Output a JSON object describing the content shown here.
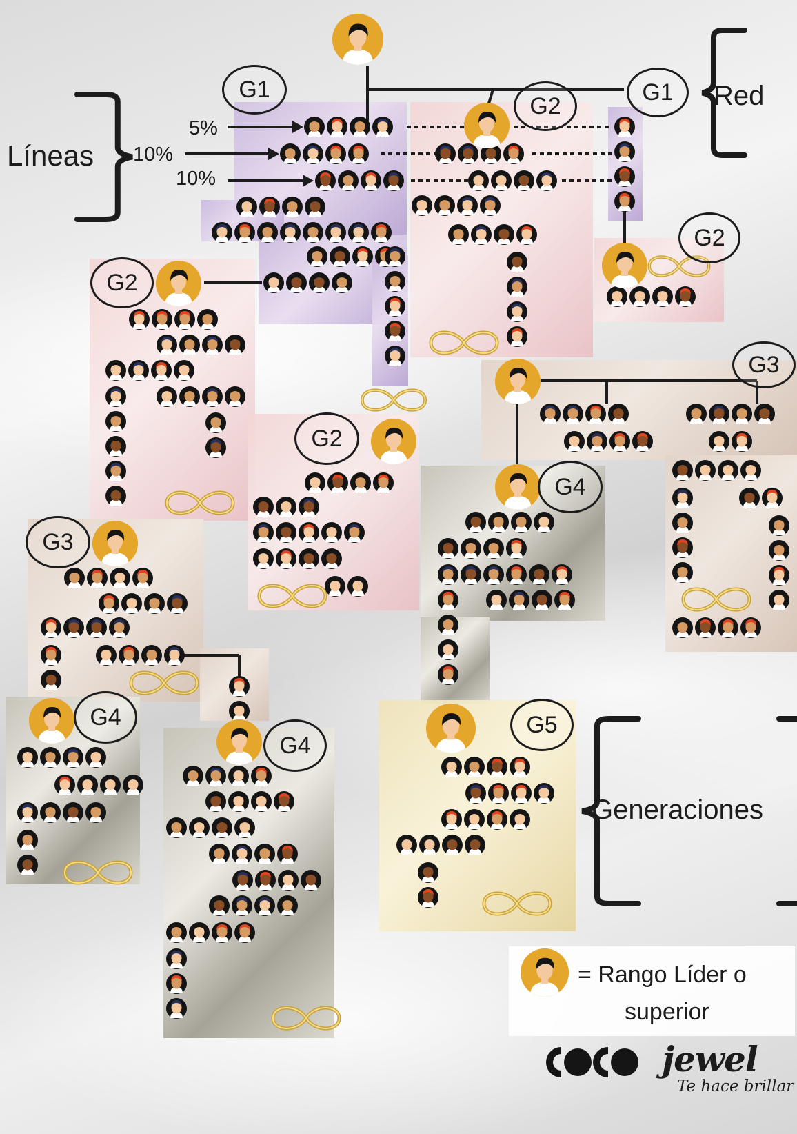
{
  "colors": {
    "gold": "#e4a72c",
    "dark": "#1c1c1c",
    "skin_light": "#f4c9a0",
    "skin_tan": "#d69b62",
    "skin_brown": "#8a4e27",
    "hair_red": "#e0451f",
    "hair_black": "#151515",
    "hair_navy": "#27305a"
  },
  "labels": {
    "g1_left": "G1",
    "g1_right": "G1",
    "g2_top": "G2",
    "g2_right": "G2",
    "g2_left": "G2",
    "g2_mid": "G2",
    "g3_right": "G3",
    "g3_left": "G3",
    "g4_mid": "G4",
    "g4_left": "G4",
    "g4_center": "G4",
    "g5": "G5",
    "red": "Red",
    "lineas": "Líneas",
    "generaciones": "Generaciones",
    "pct_1": "5%",
    "pct_2": "10%",
    "pct_3": "10%"
  },
  "legend": {
    "line1": "= Rango Líder o",
    "line2": "superior"
  },
  "brand": {
    "logo_text": "COCOjewel",
    "tagline": "Te hace brillar"
  },
  "icons": {
    "leader": "leader-avatar-icon",
    "member": "member-avatar-icon",
    "infinity": "infinity-ring-icon",
    "brace": "curly-brace-icon",
    "arrow": "arrow-right-icon"
  }
}
